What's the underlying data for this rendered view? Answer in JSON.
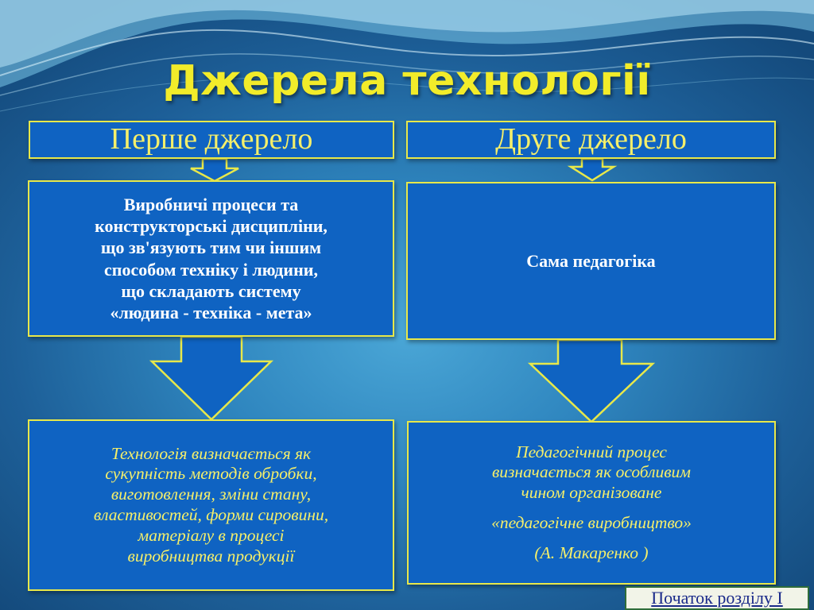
{
  "title": "Джерела технології",
  "left": {
    "heading": "Перше джерело",
    "source_lines": [
      "Виробничі процеси та",
      "конструкторські дисципліни,",
      "що зв'язують тим чи іншим",
      "способом техніку і людини,",
      "що складають систему",
      "«людина - техніка - мета»"
    ],
    "result_lines": [
      "Технологія визначається як",
      "сукупність методів обробки,",
      "виготовлення, зміни стану,",
      "властивостей, форми сировини,",
      "матеріалу в процесі",
      "виробництва продукції"
    ]
  },
  "right": {
    "heading": "Друге джерело",
    "source_text": "Сама педагогіка",
    "result_lines": [
      "Педагогічний процес",
      "визначається як особливим",
      "чином організоване"
    ],
    "result_quote": "«педагогічне виробництво»",
    "result_author": "(А. Макаренко )"
  },
  "nav": {
    "label": "Початок розділу  І"
  },
  "colors": {
    "box_fill": "#0f63c2",
    "border": "#e8e84a",
    "title": "#f2ec2a",
    "heading_text": "#f5ef6a"
  }
}
